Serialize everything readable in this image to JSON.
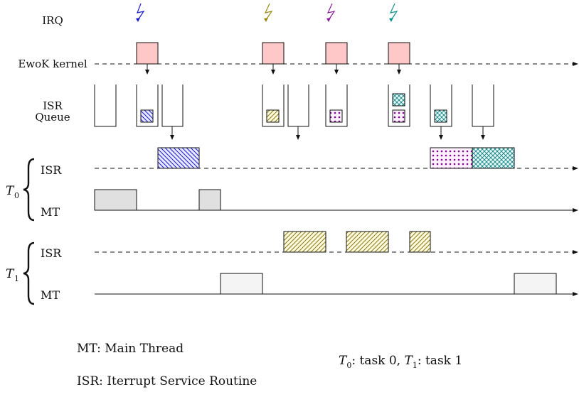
{
  "labels": {
    "irq": "IRQ",
    "kernel": "EwoK kernel",
    "isr_queue_line1": "ISR",
    "isr_queue_line2": "Queue",
    "t0": "T",
    "t0_sub": "0",
    "t1": "T",
    "t1_sub": "1",
    "isr": "ISR",
    "mt": "MT"
  },
  "legend": {
    "mt_line": "MT: Main Thread",
    "isr_line": "ISR: Iterrupt Service Routine",
    "tasks_t0": "T",
    "tasks_t0_sub": "0",
    "tasks_mid": ": task 0, ",
    "tasks_t1": "T",
    "tasks_t1_sub": "1",
    "tasks_end": ": task 1"
  },
  "colors": {
    "irq_blue": "#1a1acc",
    "irq_olive": "#9a8a10",
    "irq_purple": "#8a1a9a",
    "irq_teal": "#109090",
    "kernel_box": "#ffc8c8",
    "mt_t0": "#e0e0e0",
    "mt_t1": "#f4f4f4",
    "isr_blue_fill": "#e8e8ff",
    "isr_olive_fill": "#fffbe0",
    "isr_purple_fill": "#fff0ff",
    "isr_teal_fill": "#e8fafa"
  },
  "icons": {
    "irq": "lightning-bolt-icon"
  }
}
